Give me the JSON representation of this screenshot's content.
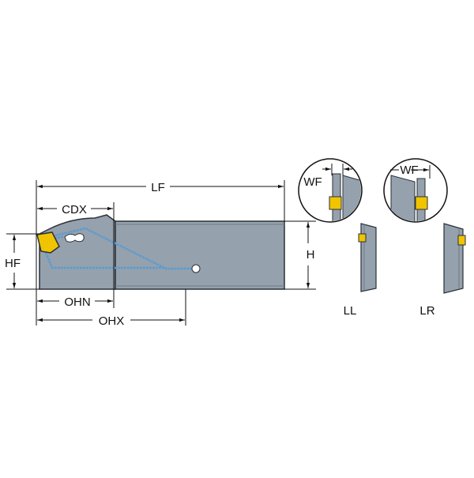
{
  "diagram": {
    "labels": {
      "lf": "LF",
      "cdx": "CDX",
      "hf": "HF",
      "h": "H",
      "ohn": "OHN",
      "ohx": "OHX",
      "wf_left": "WF",
      "wf_right": "WF",
      "ll": "LL",
      "lr": "LR"
    },
    "colors": {
      "body": "#95a1ad",
      "body_edge": "#2b3138",
      "coolant": "#5b9bd0",
      "insert": "#f0c400",
      "dimension": "#111111"
    }
  }
}
